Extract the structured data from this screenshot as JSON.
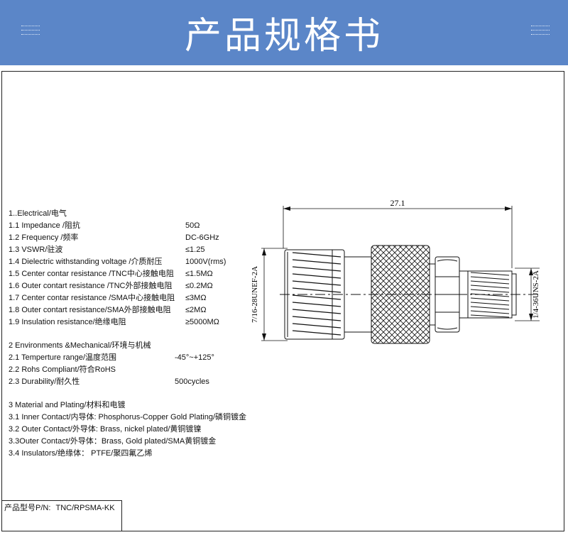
{
  "banner": {
    "title": "产品规格书"
  },
  "specs": {
    "electrical": {
      "heading": "1..Electrical/电气",
      "items": [
        {
          "label": "1.1 Impedance  /阻抗",
          "value": "50Ω"
        },
        {
          "label": "1.2 Frequency /频率",
          "value": "DC-6GHz"
        },
        {
          "label": "1.3 VSWR/驻波",
          "value": "≤1.25"
        },
        {
          "label": "1.4 Dielectric withstanding voltage /介质耐压",
          "value": "1000V(rms)"
        },
        {
          "label": "1.5 Center contar resistance /TNC中心接触电阻",
          "value": "≤1.5MΩ"
        },
        {
          "label": "1.6 Outer contart resistance /TNC外部接触电阻",
          "value": "≤0.2MΩ"
        },
        {
          "label": "1.7 Center contar resistance /SMA中心接触电阻",
          "value": "≤3MΩ"
        },
        {
          "label": "1.8 Outer contart resistance/SMA外部接触电阻",
          "value": "≤2MΩ"
        },
        {
          "label": "1.9 Insulation  resistance/绝缘电阻",
          "value": "≥5000MΩ"
        }
      ]
    },
    "environmental": {
      "heading": "2 Environments &Mechanical/环境与机械",
      "items": [
        {
          "label": "2.1 Temperture range/温度范围",
          "value": "-45°~+125°"
        },
        {
          "label": "2.2 Rohs Compliant/符合RoHS",
          "value": ""
        },
        {
          "label": "2.3 Durability/耐久性",
          "value": "500cycles"
        }
      ]
    },
    "material": {
      "heading": "3 Material and Plating/材料和电镀",
      "items": [
        "3.1 Inner Contact/内导体: Phosphorus-Copper Gold Plating/磷铜镀金",
        "3.2 Outer Contact/外导体: Brass, nickel plated/黄铜镀镍",
        "3.3Outer Contact/外导体：Brass, Gold plated/SMA黄铜镀金",
        "3.4 Insulators/绝缘体： PTFE/聚四氟乙烯"
      ]
    }
  },
  "drawing": {
    "overall_length": "27.1",
    "left_thread": "7/16-28UNEF-2A",
    "right_thread": "1/4-36UNS-2A"
  },
  "part_number": {
    "label": "产品型号P/N:",
    "value": "TNC/RPSMA-KK"
  }
}
